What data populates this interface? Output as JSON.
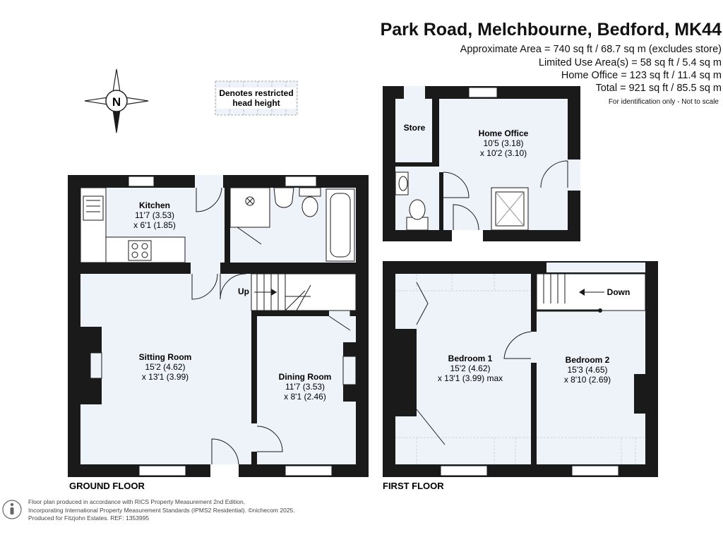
{
  "header": {
    "title": "Park Road, Melchbourne, Bedford, MK44",
    "area_lines": [
      "Approximate Area = 740 sq ft / 68.7 sq m (excludes store)",
      "Limited Use Area(s) = 58 sq ft / 5.4 sq m",
      "Home Office = 123 sq ft / 11.4 sq m",
      "Total = 921 sq ft / 85.5 sq m"
    ],
    "disclaimer": "For identification only - Not to scale"
  },
  "compass": {
    "label": "N"
  },
  "legend": {
    "line1": "Denotes restricted",
    "line2": "head height"
  },
  "rooms": {
    "kitchen": {
      "name": "Kitchen",
      "dim1": "11'7 (3.53)",
      "dim2": "x 6'1 (1.85)"
    },
    "sitting": {
      "name": "Sitting Room",
      "dim1": "15'2 (4.62)",
      "dim2": "x 13'1 (3.99)"
    },
    "dining": {
      "name": "Dining Room",
      "dim1": "11'7 (3.53)",
      "dim2": "x 8'1 (2.46)"
    },
    "store": {
      "name": "Store"
    },
    "office": {
      "name": "Home Office",
      "dim1": "10'5 (3.18)",
      "dim2": "x 10'2 (3.10)"
    },
    "bed1": {
      "name": "Bedroom 1",
      "dim1": "15'2 (4.62)",
      "dim2": "x 13'1 (3.99) max"
    },
    "bed2": {
      "name": "Bedroom 2",
      "dim1": "15'3 (4.65)",
      "dim2": "x 8'10 (2.69)"
    }
  },
  "stairs": {
    "up": "Up",
    "down": "Down"
  },
  "floors": {
    "ground": "GROUND FLOOR",
    "first": "FIRST FLOOR"
  },
  "footer": {
    "line1": "Floor plan produced in accordance with RICS Property Measurement 2nd Edition,",
    "line2": "Incorporating International Property Measurement Standards (IPMS2 Residential).",
    "brand": "©nichecom 2025.",
    "line3": "Produced for Fitzjohn Estates.",
    "ref": "REF: 1353995"
  },
  "colors": {
    "wall": "#1a1a1a",
    "floor_fill": "#eef3fa",
    "window": "#ffffff"
  }
}
